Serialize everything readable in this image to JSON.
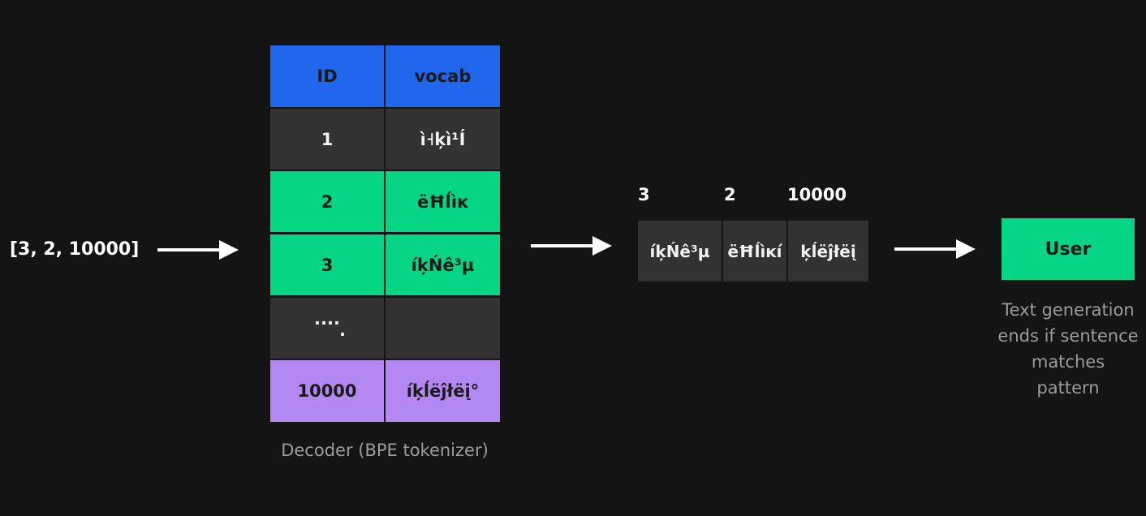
{
  "input": {
    "label": "[3, 2, 10000]"
  },
  "decoder": {
    "columns": [
      "ID",
      "vocab"
    ],
    "rows": [
      {
        "id": "1",
        "vocab": "ì˧ķì¹Í"
      },
      {
        "id": "2",
        "vocab": "ëĦĺìĸ"
      },
      {
        "id": "3",
        "vocab": "íķŃê³µ"
      },
      {
        "id": "....",
        "dot": ".",
        "vocab": ""
      },
      {
        "id": "10000",
        "vocab": "íķĺëĵłëį°"
      }
    ],
    "caption": "Decoder (BPE tokenizer)"
  },
  "output_tokens": [
    {
      "id": "3",
      "text": "íķŃê³µ"
    },
    {
      "id": "2",
      "text": "ëĦĺìĸí"
    },
    {
      "id": "10000",
      "text": "ķĺëĵłëį"
    }
  ],
  "user": {
    "label": "User"
  },
  "note": {
    "lines": [
      "Text generation",
      "ends if sentence",
      "matches",
      "pattern"
    ]
  },
  "colors": {
    "background": "#141414",
    "header": "#1f66ec",
    "row_gray": "#323232",
    "row_green": "#06d586",
    "row_purple": "#b388f2",
    "caption_text": "#9c9c9c",
    "arrow": "#ffffff"
  }
}
